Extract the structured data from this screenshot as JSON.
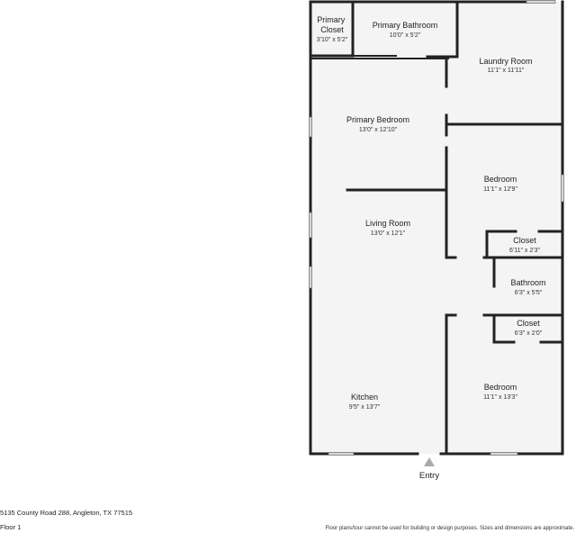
{
  "rooms": [
    {
      "id": "primary-closet",
      "name": "Primary\nCloset",
      "dims": "3'10\" x 5'2\""
    },
    {
      "id": "primary-bathroom",
      "name": "Primary Bathroom",
      "dims": "10'0\" x 5'2\""
    },
    {
      "id": "laundry-room",
      "name": "Laundry Room",
      "dims": "11'1\" x 11'11\""
    },
    {
      "id": "primary-bedroom",
      "name": "Primary Bedroom",
      "dims": "13'0\" x 12'10\""
    },
    {
      "id": "bedroom-1",
      "name": "Bedroom",
      "dims": "11'1\" x 12'9\""
    },
    {
      "id": "living-room",
      "name": "Living Room",
      "dims": "13'0\" x 12'1\""
    },
    {
      "id": "closet-1",
      "name": "Closet",
      "dims": "6'11\" x 2'3\""
    },
    {
      "id": "bathroom",
      "name": "Bathroom",
      "dims": "6'3\" x 5'5\""
    },
    {
      "id": "closet-2",
      "name": "Closet",
      "dims": "6'3\" x 2'0\""
    },
    {
      "id": "kitchen",
      "name": "Kitchen",
      "dims": "9'5\" x 13'7\""
    },
    {
      "id": "bedroom-2",
      "name": "Bedroom",
      "dims": "11'1\" x 13'3\""
    }
  ],
  "entry": {
    "label": "Entry"
  },
  "footer": {
    "address": "5135 County Road 288, Angleton, TX 77515",
    "floor": "Floor 1",
    "disclaimer": "Floor plans/tour cannot be used for building or design purposes. Sizes and dimensions are approximate."
  },
  "colors": {
    "wall": "#222222",
    "floor": "#f4f4f4",
    "window": "#d8d8d8"
  }
}
